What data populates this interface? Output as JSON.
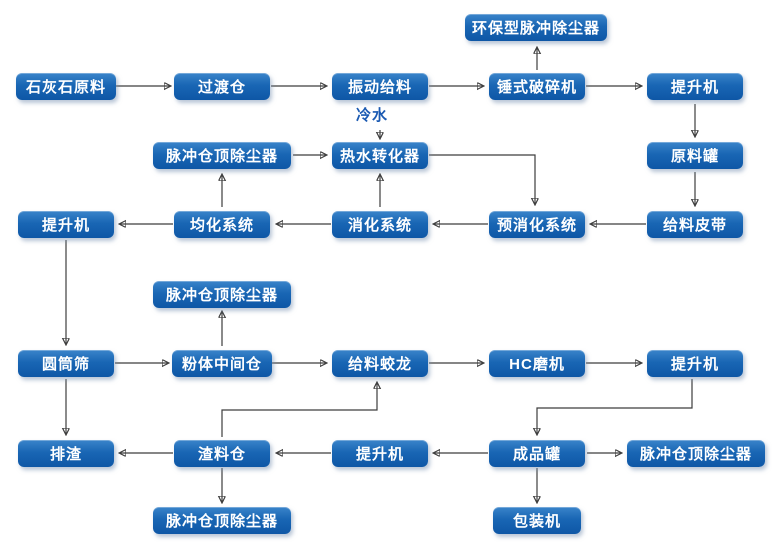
{
  "diagram": {
    "background_color": "#ffffff",
    "node_fill_top": "#3a84ca",
    "node_fill_bottom": "#0e57a6",
    "node_text_color": "#ffffff",
    "connector_color": "#3d3d3d",
    "annotations": {
      "cold_water": "冷水"
    },
    "nodes": {
      "env-pulse-dust-collector": {
        "label": "环保型脉冲除尘器"
      },
      "limestone-raw-material": {
        "label": "石灰石原料"
      },
      "transition-bin": {
        "label": "过渡仓"
      },
      "vibrating-feeder": {
        "label": "振动给料"
      },
      "hammer-crusher": {
        "label": "锤式破碎机"
      },
      "bucket-elevator-1": {
        "label": "提升机"
      },
      "silo-top-dust-collector-1": {
        "label": "脉冲仓顶除尘器"
      },
      "hot-water-converter": {
        "label": "热水转化器"
      },
      "raw-material-tank": {
        "label": "原料罐"
      },
      "bucket-elevator-2": {
        "label": "提升机"
      },
      "homogenization-system": {
        "label": "均化系统"
      },
      "digestion-system": {
        "label": "消化系统"
      },
      "pre-digestion-system": {
        "label": "预消化系统"
      },
      "feeding-belt": {
        "label": "给料皮带"
      },
      "silo-top-dust-collector-2": {
        "label": "脉冲仓顶除尘器"
      },
      "rotary-screen": {
        "label": "圆筒筛"
      },
      "powder-intermediate-bin": {
        "label": "粉体中间仓"
      },
      "feeding-screw-conveyor": {
        "label": "给料蛟龙"
      },
      "hc-mill": {
        "label": "HC磨机"
      },
      "bucket-elevator-3": {
        "label": "提升机"
      },
      "slag-discharge": {
        "label": "排渣"
      },
      "slag-bin": {
        "label": "渣料仓"
      },
      "bucket-elevator-4": {
        "label": "提升机"
      },
      "finished-product-tank": {
        "label": "成品罐"
      },
      "silo-top-dust-collector-3": {
        "label": "脉冲仓顶除尘器"
      },
      "silo-top-dust-collector-4": {
        "label": "脉冲仓顶除尘器"
      },
      "packing-machine": {
        "label": "包装机"
      }
    },
    "edges": [
      {
        "from": "limestone-raw-material",
        "to": "transition-bin"
      },
      {
        "from": "transition-bin",
        "to": "vibrating-feeder"
      },
      {
        "from": "vibrating-feeder",
        "to": "hammer-crusher"
      },
      {
        "from": "hammer-crusher",
        "to": "bucket-elevator-1"
      },
      {
        "from": "hammer-crusher",
        "to": "env-pulse-dust-collector"
      },
      {
        "from": "bucket-elevator-1",
        "to": "raw-material-tank"
      },
      {
        "from": "raw-material-tank",
        "to": "feeding-belt"
      },
      {
        "from": "feeding-belt",
        "to": "pre-digestion-system"
      },
      {
        "from": "pre-digestion-system",
        "to": "digestion-system"
      },
      {
        "from": "digestion-system",
        "to": "homogenization-system"
      },
      {
        "from": "homogenization-system",
        "to": "bucket-elevator-2"
      },
      {
        "from": "homogenization-system",
        "to": "silo-top-dust-collector-1"
      },
      {
        "from": "digestion-system",
        "to": "hot-water-converter"
      },
      {
        "from": "cold-water",
        "to": "hot-water-converter"
      },
      {
        "from": "silo-top-dust-collector-1",
        "to": "hot-water-converter"
      },
      {
        "from": "hot-water-converter",
        "to": "pre-digestion-system"
      },
      {
        "from": "bucket-elevator-2",
        "to": "rotary-screen"
      },
      {
        "from": "rotary-screen",
        "to": "powder-intermediate-bin"
      },
      {
        "from": "powder-intermediate-bin",
        "to": "feeding-screw-conveyor"
      },
      {
        "from": "powder-intermediate-bin",
        "to": "silo-top-dust-collector-2"
      },
      {
        "from": "feeding-screw-conveyor",
        "to": "hc-mill"
      },
      {
        "from": "hc-mill",
        "to": "bucket-elevator-3"
      },
      {
        "from": "bucket-elevator-3",
        "to": "finished-product-tank"
      },
      {
        "from": "slag-bin",
        "to": "feeding-screw-conveyor"
      },
      {
        "from": "rotary-screen",
        "to": "slag-discharge"
      },
      {
        "from": "slag-bin",
        "to": "slag-discharge"
      },
      {
        "from": "bucket-elevator-4",
        "to": "slag-bin"
      },
      {
        "from": "finished-product-tank",
        "to": "bucket-elevator-4"
      },
      {
        "from": "finished-product-tank",
        "to": "silo-top-dust-collector-3"
      },
      {
        "from": "slag-bin",
        "to": "silo-top-dust-collector-4"
      },
      {
        "from": "finished-product-tank",
        "to": "packing-machine"
      }
    ]
  }
}
